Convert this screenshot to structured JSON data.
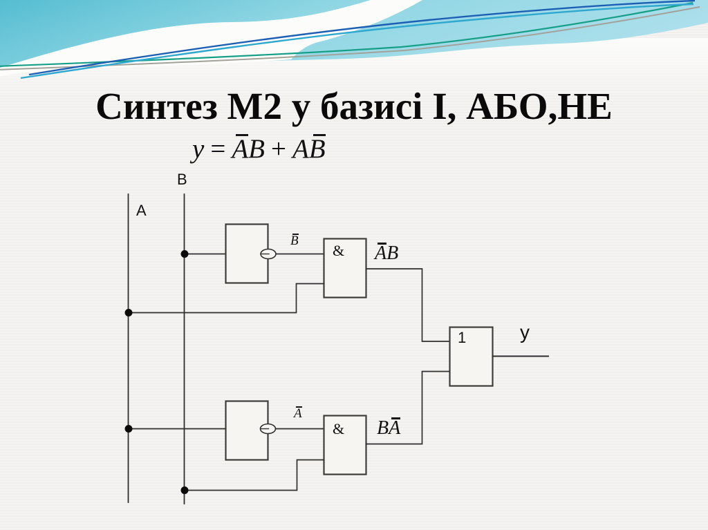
{
  "title": "Синтез М2 у базисі І, АБО,НЕ",
  "formula": {
    "lhs": "y",
    "equals": "=",
    "term1": {
      "barred": "A",
      "plain": "B"
    },
    "plus": "+",
    "term2": {
      "plain": "A",
      "barred": "B"
    }
  },
  "circuit": {
    "bus_a_label": "A",
    "bus_b_label": "B",
    "not_top_output_label": "B",
    "not_bottom_output_label": "A",
    "and_gate_symbol": "&",
    "or_gate_symbol": "1",
    "top_product_label": {
      "barred": "A",
      "plain": "B"
    },
    "bottom_product_label": {
      "plain": "B",
      "barred": "A"
    },
    "output_label": "у"
  },
  "colors": {
    "background": "#f3f2ef",
    "wave_teal_dark": "#58bfd2",
    "wave_teal_light": "#aee2ec",
    "accent_green": "#169f87",
    "accent_blue_dark": "#1d5fb4",
    "accent_blue_light": "#2fa8cf",
    "accent_gray": "#a2a29a",
    "ink": "#2e2e2e"
  }
}
